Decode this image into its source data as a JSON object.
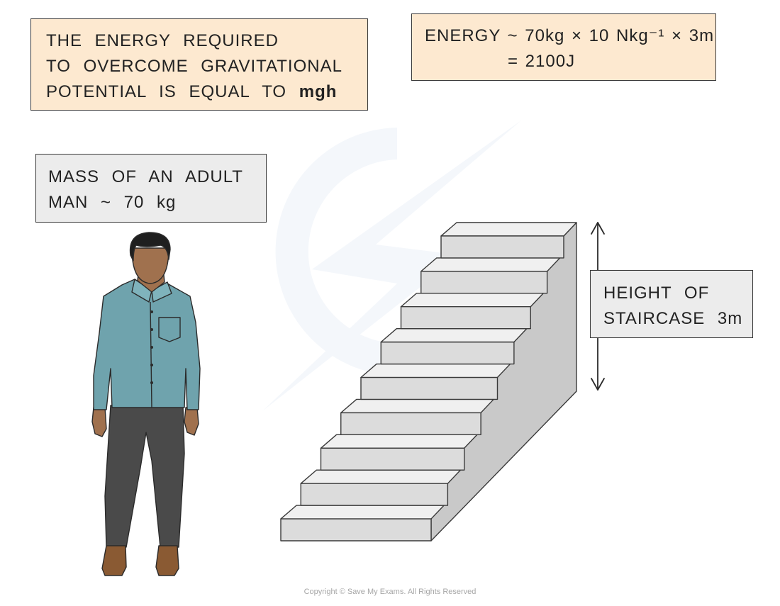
{
  "energy_box": {
    "lines": [
      "THE ENERGY REQUIRED",
      "TO OVERCOME GRAVITATIONAL",
      "POTENTIAL IS EQUAL TO"
    ],
    "formula": "mgh"
  },
  "calc_box": {
    "line1": "ENERGY ~ 70kg × 10 Nkg⁻¹ × 3m",
    "line2": "= 2100J"
  },
  "mass_box": {
    "line1": "MASS OF AN ADULT",
    "line2": "MAN ~ 70 kg"
  },
  "height_box": {
    "line1": "HEIGHT OF",
    "line2": "STAIRCASE 3m"
  },
  "copyright": "Copyright © Save My Exams. All Rights Reserved",
  "colors": {
    "peach_box": "#fde9d0",
    "grey_box": "#ececec",
    "shirt": "#6fa3ad",
    "trousers": "#4a4a4a",
    "skin": "#a0714e",
    "hair": "#1f1f1f",
    "shoes": "#8a5a33",
    "stair_tread": "#f0f0f0",
    "stair_riser": "#dcdcdc",
    "stair_side": "#c9c9c9"
  }
}
